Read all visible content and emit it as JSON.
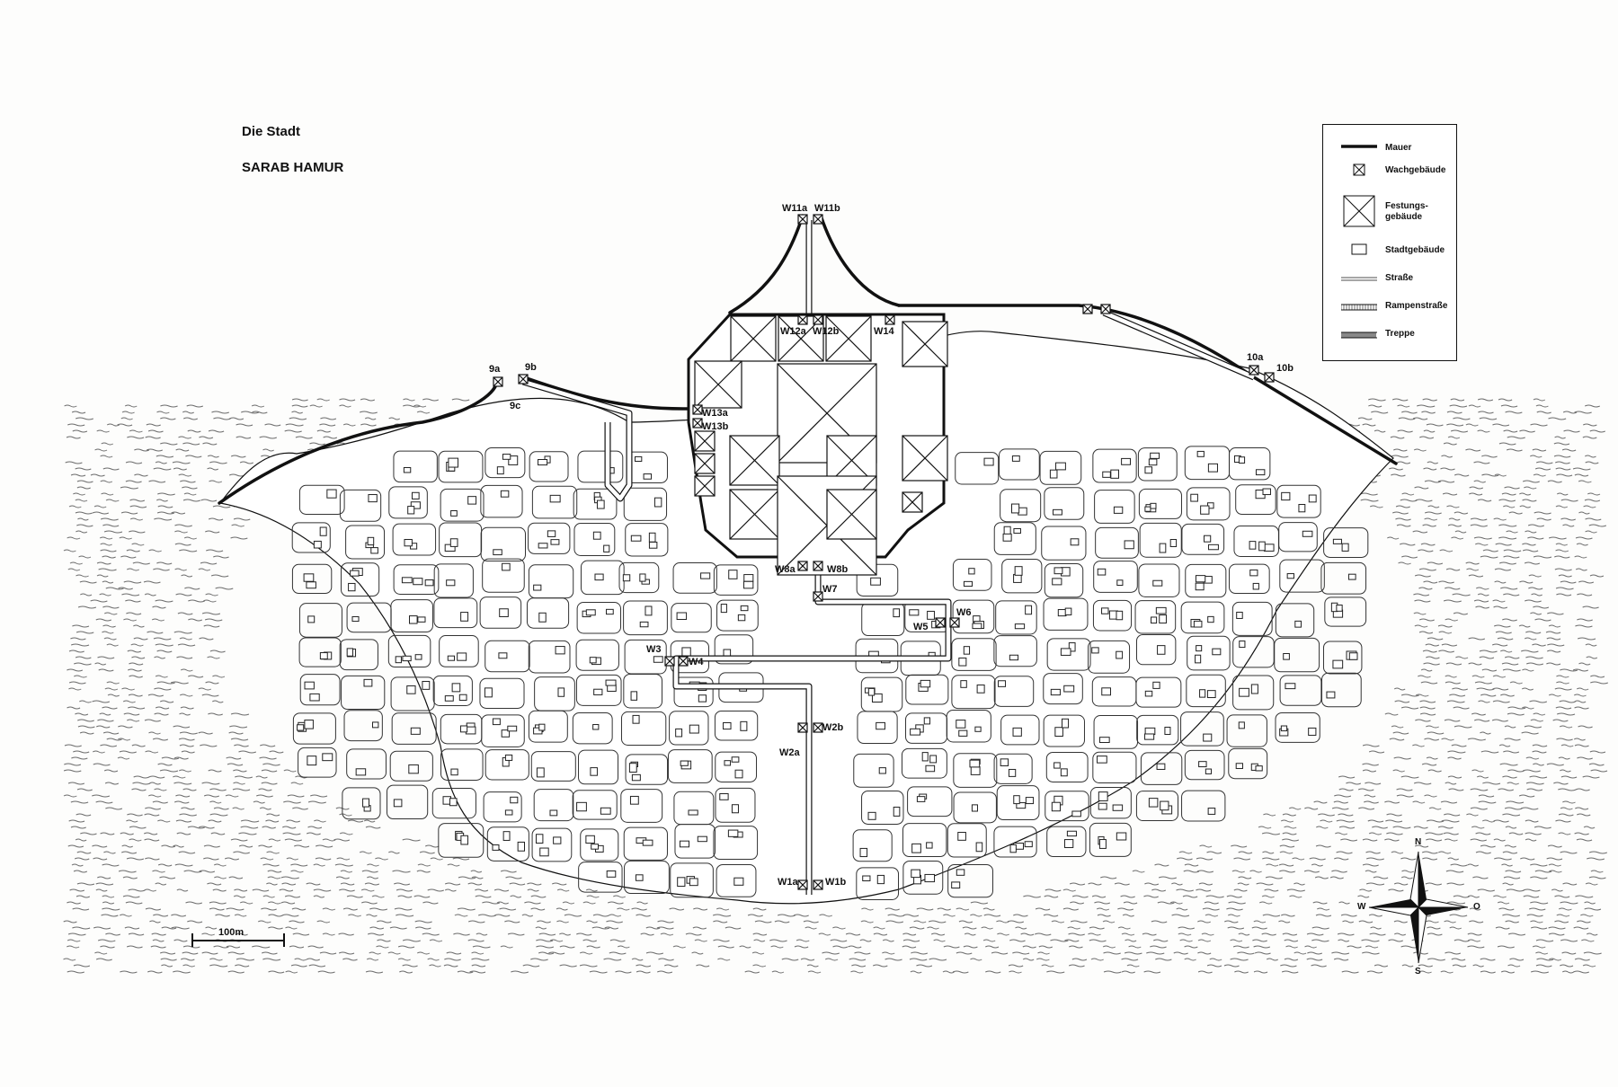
{
  "title": {
    "line1": "Die Stadt",
    "line2": "SARAB HAMUR"
  },
  "legend": {
    "items": [
      {
        "symbol": "wall-line",
        "label": "Mauer"
      },
      {
        "symbol": "guard-building",
        "label": "Wachgebäude"
      },
      {
        "symbol": "fortress-building",
        "label": "Festungs-\ngebäude"
      },
      {
        "symbol": "town-building",
        "label": "Stadtgebäude"
      },
      {
        "symbol": "street-line",
        "label": "Straße"
      },
      {
        "symbol": "ramp-street-line",
        "label": "Rampenstraße"
      },
      {
        "symbol": "stairs-line",
        "label": "Treppe"
      }
    ]
  },
  "scale_bar": {
    "label": "100m"
  },
  "compass": {
    "n": "N",
    "s": "S",
    "w": "W",
    "e": "O"
  },
  "labels": {
    "w11a": "W11a",
    "w11b": "W11b",
    "w12a": "W12a",
    "w12b": "W12b",
    "w14": "W14",
    "w13a": "W13a",
    "w13b": "W13b",
    "w8a": "W8a",
    "w8b": "W8b",
    "w7": "W7",
    "w5": "W5",
    "w6": "W6",
    "w3": "W3",
    "w4": "W4",
    "w2a": "W2a",
    "w2b": "W2b",
    "w1a": "W1a",
    "w1b": "W1b",
    "g9a": "9a",
    "g9b": "9b",
    "g9c": "9c",
    "g10a": "10a",
    "g10b": "10b"
  },
  "colors": {
    "ink": "#111111",
    "paper": "#fdfdfc",
    "water": "#6a6a6a"
  }
}
